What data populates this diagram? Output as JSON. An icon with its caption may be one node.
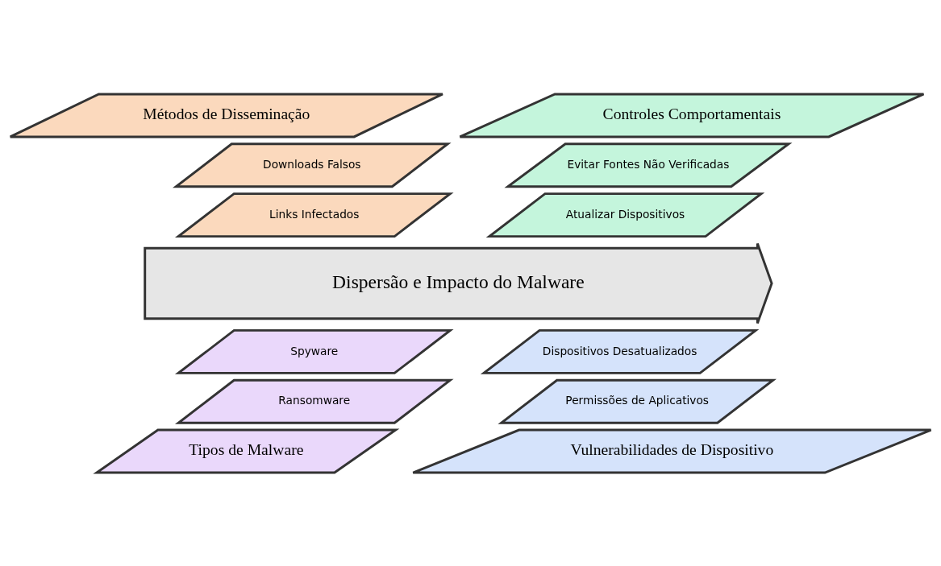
{
  "diagram": {
    "nodes": [
      {
        "text": [
          "Métodos de Disseminação"
        ]
      },
      {
        "text": [
          "Downloads Falsos"
        ]
      },
      {
        "text": [
          "Links Infectados"
        ]
      },
      {
        "text": [
          "Controles Comportamentais"
        ]
      },
      {
        "text": [
          "Evitar Fontes Não Verificadas"
        ]
      },
      {
        "text": [
          "Atualizar Dispositivos"
        ]
      },
      {
        "text": [
          "Dispersão e Impacto do Malware"
        ]
      },
      {
        "text": [
          "Spyware"
        ]
      },
      {
        "text": [
          "Ransomware"
        ]
      },
      {
        "text": [
          "Tipos de Malware"
        ]
      },
      {
        "text": [
          "Dispositivos Desatualizados"
        ]
      },
      {
        "text": [
          "Permissões de Aplicativos"
        ]
      },
      {
        "text": [
          "Vulnerabilidades de Dispositivo"
        ]
      }
    ]
  }
}
